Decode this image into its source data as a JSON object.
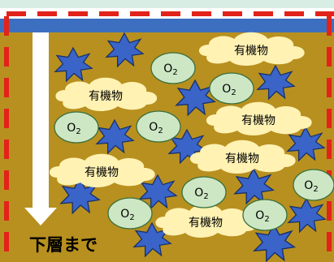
{
  "labels": {
    "organic": "有機物",
    "oxygen_main": "O",
    "oxygen_sub": "2",
    "caption": "下層まで"
  },
  "colors": {
    "soil": "#b8901f",
    "water_band": "#3c6fbf",
    "top_band": "#d8eee4",
    "dash": "#e2231a",
    "organic_fill": "#fff2b3",
    "oxygen_fill": "#cde7c5",
    "oxygen_stroke": "#3b6f3b",
    "star_fill": "#3a64c7",
    "star_stroke": "#16306d",
    "arrow": "#ffffff"
  }
}
